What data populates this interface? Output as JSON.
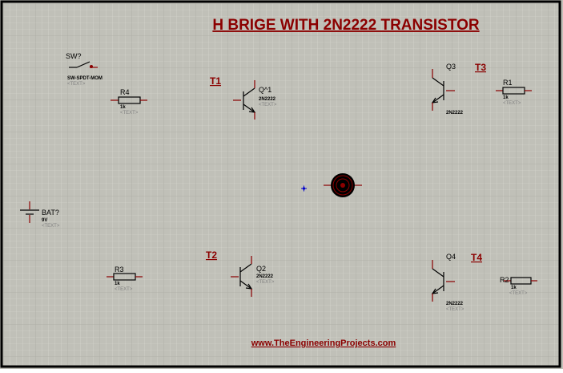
{
  "title": "H BRIGE WITH 2N2222 TRANSISTOR",
  "footer": "www.TheEngineeringProjects.com",
  "colors": {
    "sheet": "#c0c0b8",
    "grid_minor": "#d8d8d0",
    "grid_major": "#a8a8a0",
    "frame": "#000000",
    "accent": "#8b0000"
  },
  "tags": {
    "t1": "T1",
    "t2": "T2",
    "t3": "T3",
    "t4": "T4"
  },
  "switch": {
    "ref": "SW?",
    "value": "SW-SPDT-MOM",
    "text": "<TEXT>"
  },
  "battery": {
    "ref": "BAT?",
    "value": "9V",
    "text": "<TEXT>"
  },
  "resistors": {
    "r1": {
      "ref": "R1",
      "value": "1k",
      "text": "<TEXT>"
    },
    "r2": {
      "ref": "R2",
      "value": "1k",
      "text": "<TEXT>"
    },
    "r3": {
      "ref": "R3",
      "value": "1k",
      "text": "<TEXT>"
    },
    "r4": {
      "ref": "R4",
      "value": "1k",
      "text": "<TEXT>"
    }
  },
  "transistors": {
    "q1": {
      "ref": "Q^1",
      "value": "2N2222",
      "text": "<TEXT>"
    },
    "q2": {
      "ref": "Q2",
      "value": "2N2222",
      "text": "<TEXT>"
    },
    "q3": {
      "ref": "Q3",
      "value": "2N2222"
    },
    "q4": {
      "ref": "Q4",
      "value": "2N2222",
      "text": "<TEXT>"
    }
  },
  "motor": {
    "icon": "motor-icon"
  },
  "origin": {
    "icon": "origin-crosshair-icon"
  }
}
